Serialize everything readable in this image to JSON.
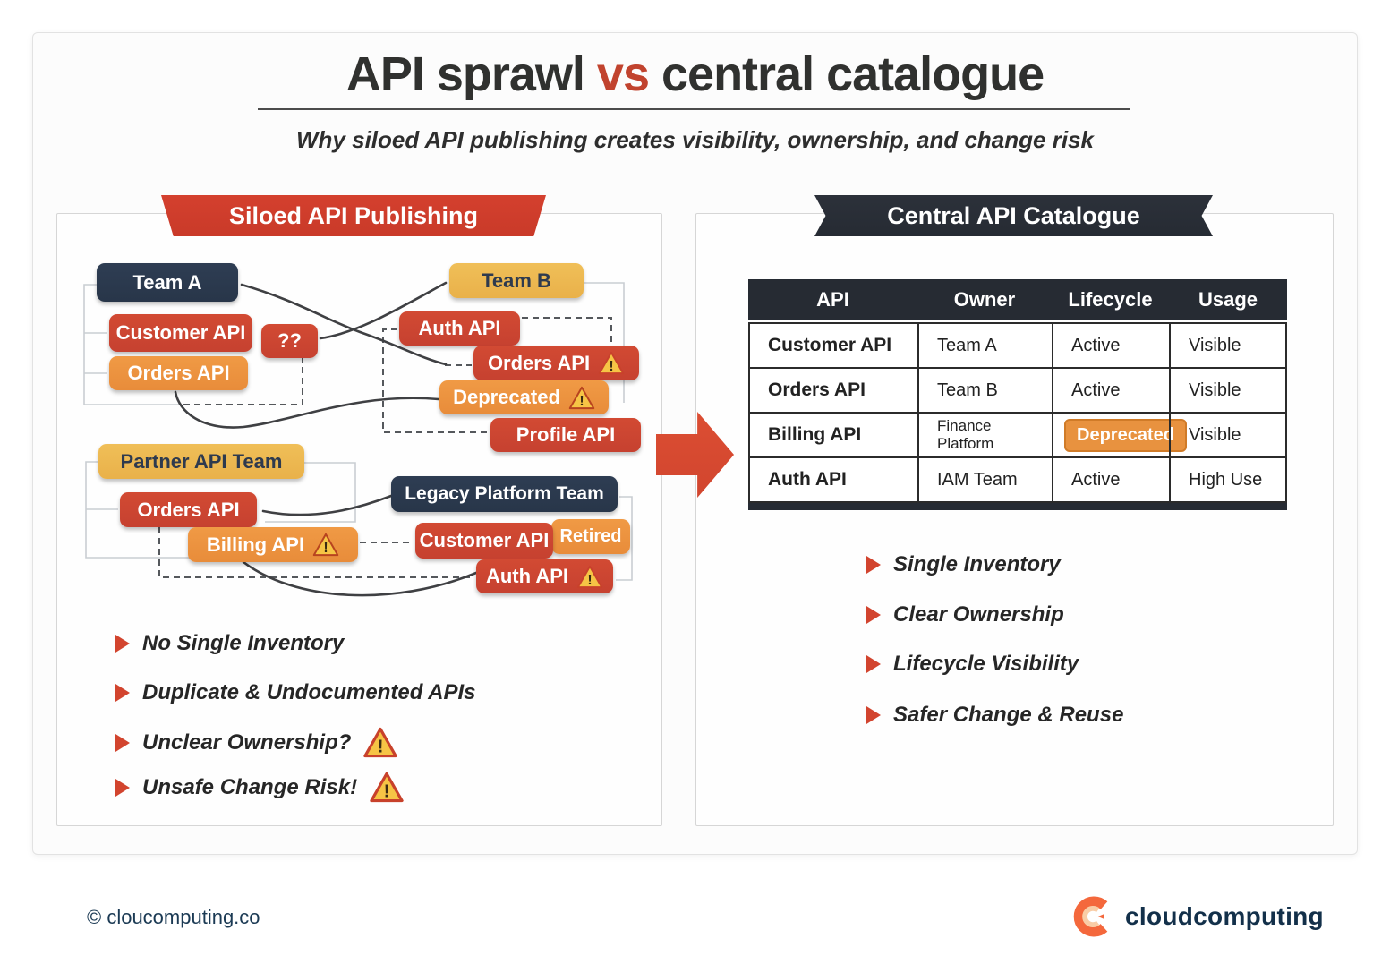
{
  "title": {
    "pre": "API sprawl ",
    "vs": "vs",
    "post": " central catalogue"
  },
  "subtitle": "Why siloed API publishing creates visibility, ownership, and change risk",
  "left_panel": {
    "banner": "Siloed API Publishing",
    "nodes": [
      {
        "id": "team-a",
        "label": "Team A",
        "variant": "navy",
        "warn": false
      },
      {
        "id": "customer-api",
        "label": "Customer API",
        "variant": "red",
        "warn": false
      },
      {
        "id": "unknown",
        "label": "??",
        "variant": "red",
        "warn": false
      },
      {
        "id": "orders-api",
        "label": "Orders API",
        "variant": "orange",
        "warn": false
      },
      {
        "id": "team-b",
        "label": "Team B",
        "variant": "yellow",
        "warn": false
      },
      {
        "id": "auth-api",
        "label": "Auth API",
        "variant": "red",
        "warn": false
      },
      {
        "id": "orders-api-b",
        "label": "Orders API",
        "variant": "red",
        "warn": true
      },
      {
        "id": "deprecated",
        "label": "Deprecated",
        "variant": "orange",
        "warn": true
      },
      {
        "id": "profile-api",
        "label": "Profile API",
        "variant": "red",
        "warn": false
      },
      {
        "id": "partner-team",
        "label": "Partner API Team",
        "variant": "yellow",
        "warn": false
      },
      {
        "id": "orders-api-2",
        "label": "Orders API",
        "variant": "red",
        "warn": false
      },
      {
        "id": "billing-api",
        "label": "Billing API",
        "variant": "orange",
        "warn": true
      },
      {
        "id": "legacy-team",
        "label": "Legacy Platform Team",
        "variant": "navy",
        "warn": false
      },
      {
        "id": "customer-api-2",
        "label": "Customer API",
        "variant": "red",
        "warn": false
      },
      {
        "id": "retired-tag",
        "label": "Retired",
        "variant": "orange",
        "warn": false
      },
      {
        "id": "auth-api-2",
        "label": "Auth API",
        "variant": "red",
        "warn": true
      }
    ],
    "bullets": [
      {
        "text": "No Single Inventory",
        "warn": false
      },
      {
        "text": "Duplicate & Undocumented APIs",
        "warn": false
      },
      {
        "text": "Unclear Ownership?",
        "warn": true
      },
      {
        "text": "Unsafe Change Risk!",
        "warn": true
      }
    ]
  },
  "right_panel": {
    "banner": "Central API Catalogue",
    "table": {
      "headers": [
        "API",
        "Owner",
        "Lifecycle",
        "Usage"
      ],
      "rows": [
        {
          "api": "Customer API",
          "owner": "Team A",
          "lifecycle": "Active",
          "usage": "Visible",
          "lifecycle_badge": false
        },
        {
          "api": "Orders API",
          "owner": "Team B",
          "lifecycle": "Active",
          "usage": "Visible",
          "lifecycle_badge": false
        },
        {
          "api": "Billing API",
          "owner": "Finance Platform",
          "lifecycle": "Deprecated",
          "usage": "Visible",
          "lifecycle_badge": true
        },
        {
          "api": "Auth API",
          "owner": "IAM Team",
          "lifecycle": "Active",
          "usage": "High Use",
          "lifecycle_badge": false
        }
      ]
    },
    "bullets": [
      {
        "text": "Single Inventory"
      },
      {
        "text": "Clear Ownership"
      },
      {
        "text": "Lifecycle Visibility"
      },
      {
        "text": "Safer Change & Reuse"
      }
    ]
  },
  "footer": {
    "copyright": "© cloucomputing.co",
    "brand": "cloudcomputing"
  },
  "colors": {
    "accent_red": "#c1432e",
    "ribbon_red": "#ce3b2b",
    "ribbon_dark": "#2a2e35",
    "box_red": "#cc4431",
    "box_orange": "#ec9340",
    "box_yellow": "#eeba51",
    "box_navy": "#2b394e",
    "arrow_red": "#d84a30",
    "warn_yellow": "#f6c445",
    "warn_border": "#c8412b",
    "footer_navy": "#13304a",
    "logo_orange": "#f4683c"
  }
}
